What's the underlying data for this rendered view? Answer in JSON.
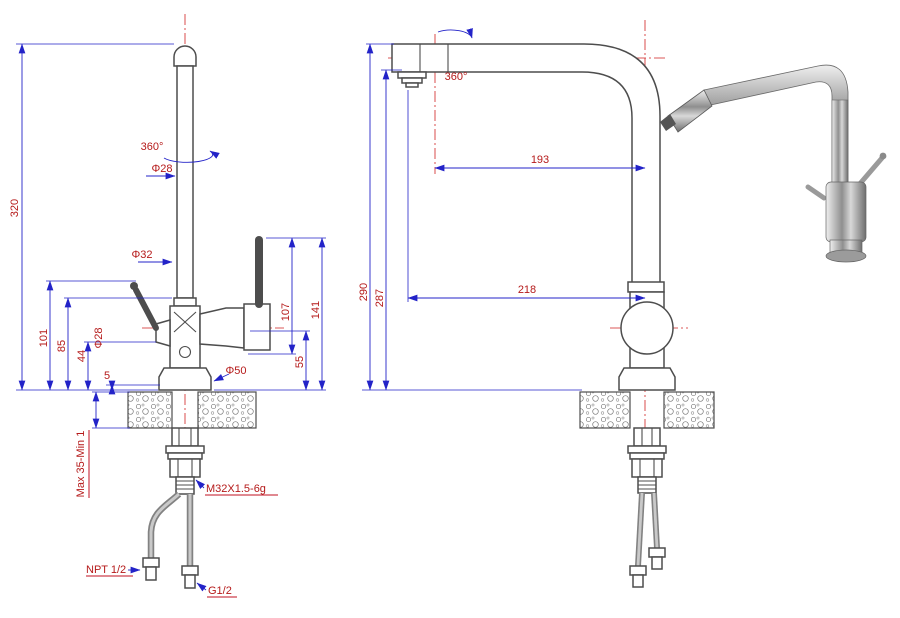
{
  "front_view": {
    "height_total": "320",
    "swivel": "360°",
    "dia_spout": "Φ28",
    "dia_column": "Φ32",
    "h_lever": "101",
    "h_body": "85",
    "h_port": "44",
    "dia_lower": "Φ28",
    "h_flange": "5",
    "dia_base": "Φ50",
    "h_spray": "107",
    "h_handle": "141",
    "h_outlet": "55",
    "counter_range": "Max 35-Min 1",
    "thread_shank": "M32X1.5-6g",
    "thread_npt": "NPT 1/2",
    "thread_g": "G1/2"
  },
  "side_view": {
    "swivel": "360°",
    "reach_spout": "193",
    "height_total": "290",
    "height_spout": "287",
    "reach_outlet": "218"
  },
  "colors": {
    "dimension_line": "#2323c8",
    "dimension_text": "#b51a1a",
    "centerline": "#d02020",
    "outline": "#4d4d4d"
  }
}
